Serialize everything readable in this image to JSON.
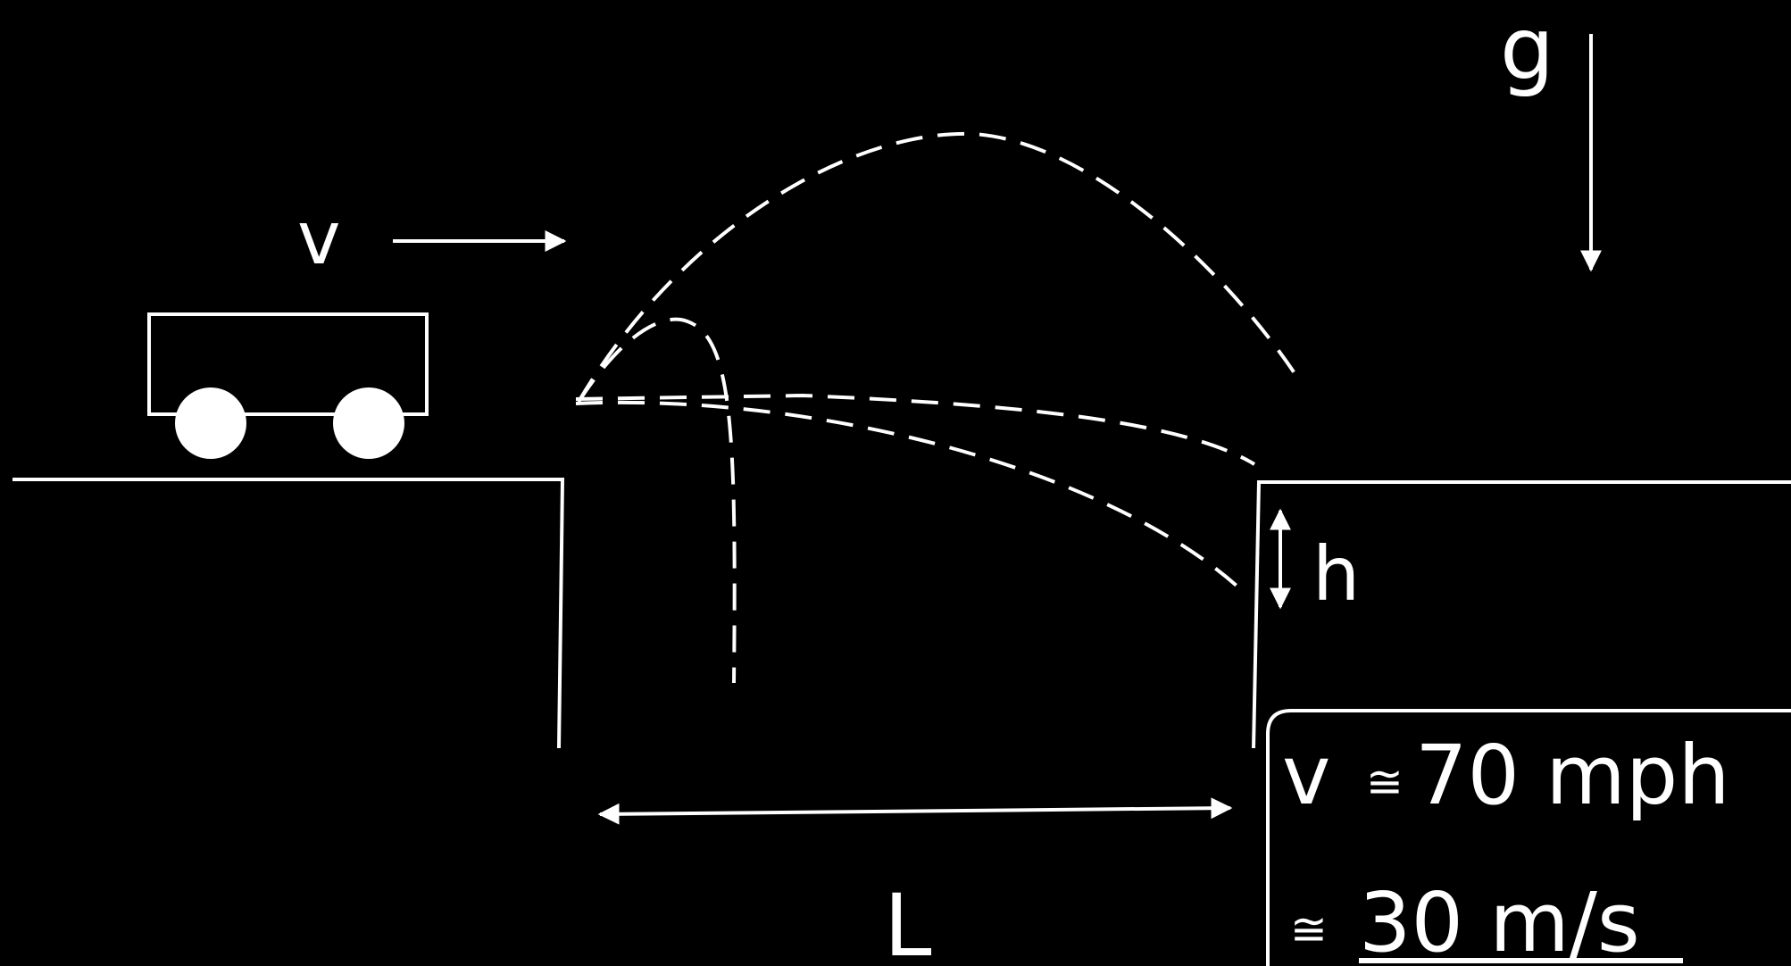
{
  "labels": {
    "velocity": "v",
    "gravity": "g",
    "height": "h",
    "length": "L"
  },
  "info_box": {
    "line1_symbol": "v",
    "line1_approx": "≅",
    "line1_value": "70 mph",
    "line2_approx": "≅",
    "line2_value": "30 m/s"
  },
  "colors": {
    "background": "#000000",
    "foreground": "#ffffff"
  }
}
